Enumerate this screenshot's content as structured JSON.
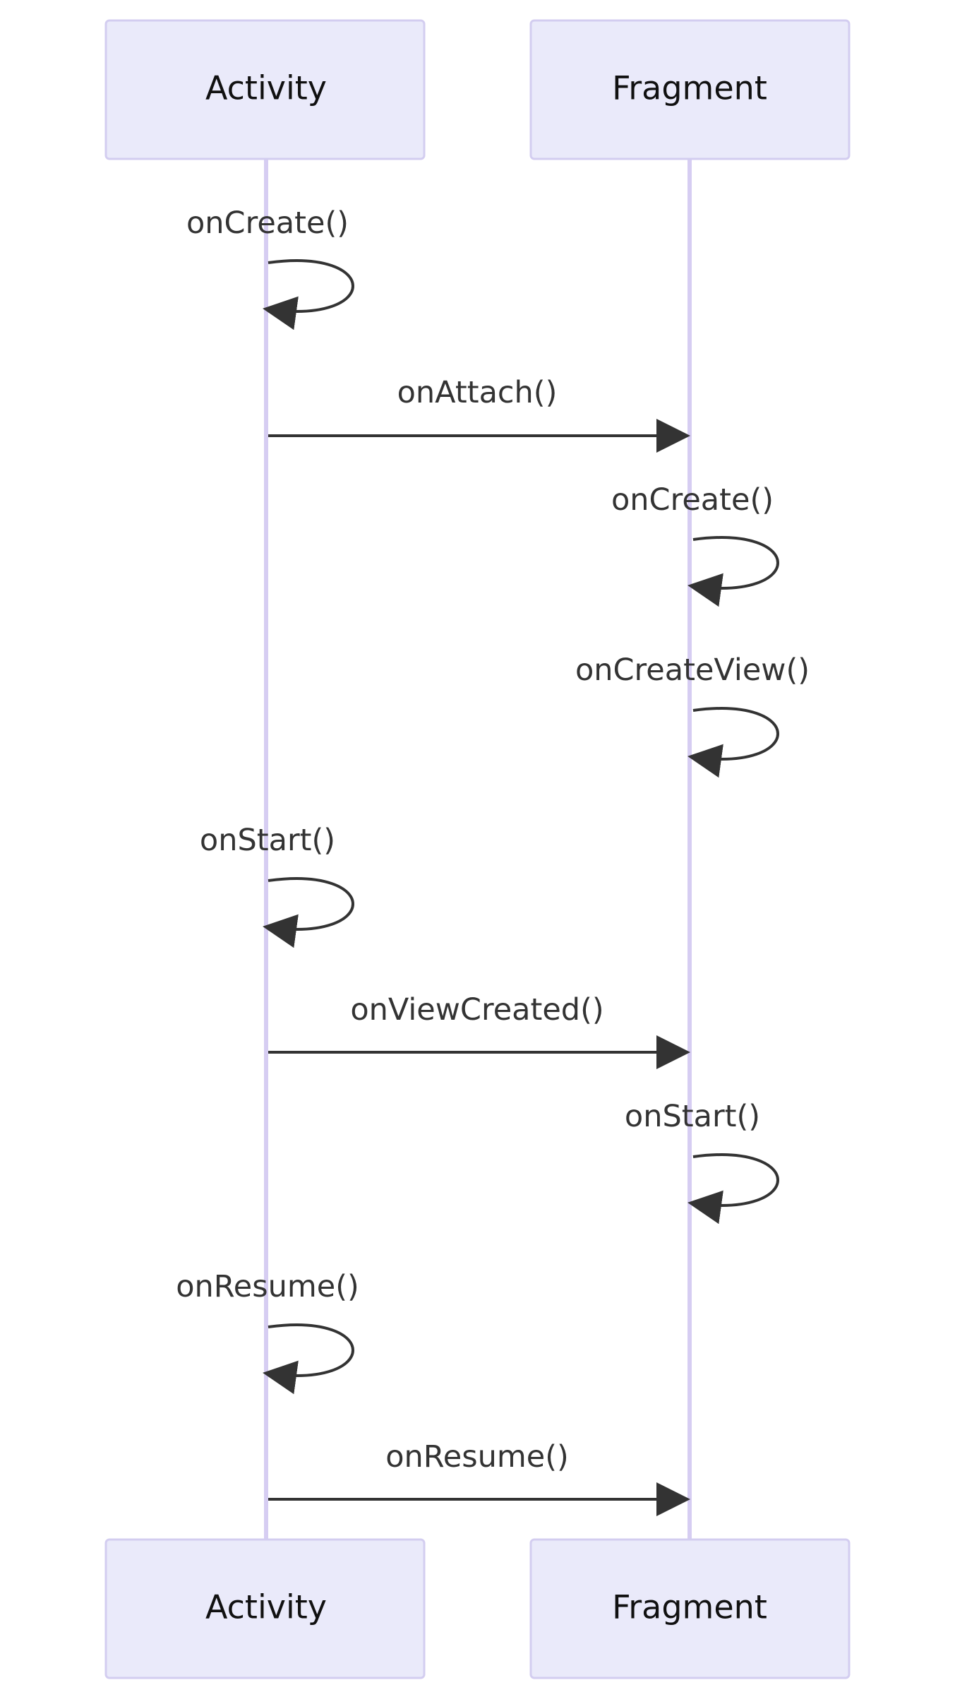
{
  "diagram": {
    "type": "sequence",
    "participants": [
      {
        "id": "activity",
        "label": "Activity"
      },
      {
        "id": "fragment",
        "label": "Fragment"
      }
    ],
    "messages": [
      {
        "from": "activity",
        "to": "activity",
        "label": "onCreate()"
      },
      {
        "from": "activity",
        "to": "fragment",
        "label": "onAttach()"
      },
      {
        "from": "fragment",
        "to": "fragment",
        "label": "onCreate()"
      },
      {
        "from": "fragment",
        "to": "fragment",
        "label": "onCreateView()"
      },
      {
        "from": "activity",
        "to": "activity",
        "label": "onStart()"
      },
      {
        "from": "activity",
        "to": "fragment",
        "label": "onViewCreated()"
      },
      {
        "from": "fragment",
        "to": "fragment",
        "label": "onStart()"
      },
      {
        "from": "activity",
        "to": "activity",
        "label": "onResume()"
      },
      {
        "from": "activity",
        "to": "fragment",
        "label": "onResume()"
      }
    ]
  },
  "colors": {
    "actor_fill": "#eaeafa",
    "actor_stroke": "#d3cdf0",
    "lifeline": "#d6cdf2",
    "message": "#333333"
  }
}
